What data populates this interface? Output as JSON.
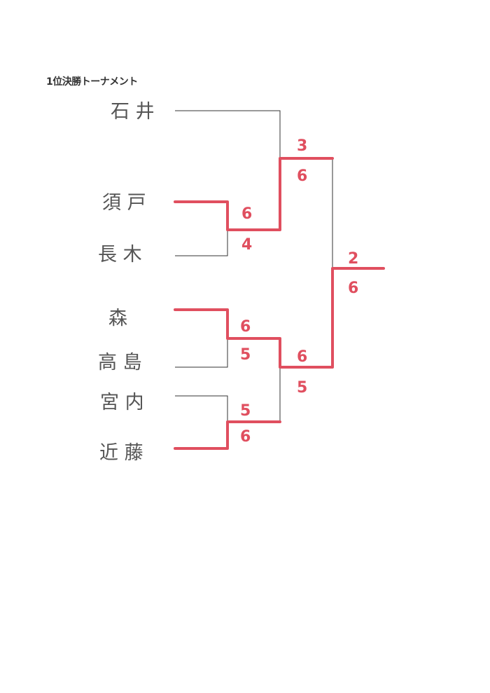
{
  "title": "1位決勝トーナメント",
  "players": [
    "石 井",
    "須 戸",
    "長 木",
    "森",
    "高 島",
    "宮 内",
    "近 藤"
  ],
  "scores": {
    "sudo_vs_nagaki": [
      "6",
      "4"
    ],
    "ishii_vs_winner": [
      "3",
      "6"
    ],
    "mori_vs_takashima": [
      "6",
      "5"
    ],
    "miyauchi_vs_kondo": [
      "5",
      "6"
    ],
    "semifinal_bottom": [
      "6",
      "5"
    ],
    "final": [
      "2",
      "6"
    ]
  },
  "colors": {
    "winner_line": "#e04f5f",
    "bracket_line": "#333333"
  }
}
